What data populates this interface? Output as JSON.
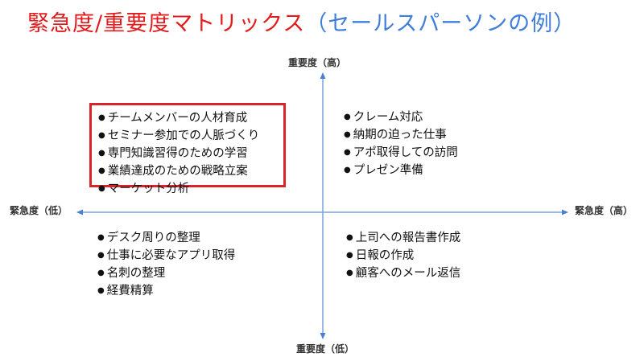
{
  "title": {
    "main": "緊急度/重要度マトリックス",
    "sub": "（セールスパーソンの例）",
    "main_color": "#e31b1b",
    "sub_color": "#3f7fd9"
  },
  "axes": {
    "top_label": "重要度（高）",
    "bottom_label": "重要度（低）",
    "left_label": "緊急度（低）",
    "right_label": "緊急度（高）",
    "axis_color": "#6a9be0"
  },
  "quadrants": {
    "top_left": {
      "highlighted": true,
      "border_color": "#d9242a",
      "items": [
        "チームメンバーの人材育成",
        "セミナー参加での人脈づくり",
        "専門知識習得のための学習",
        "業績達成のための戦略立案",
        "マーケット分析"
      ]
    },
    "top_right": {
      "items": [
        "クレーム対応",
        "納期の迫った仕事",
        "アポ取得しての訪問",
        "プレゼン準備"
      ]
    },
    "bottom_left": {
      "items": [
        "デスク周りの整理",
        "仕事に必要なアプリ取得",
        "名刺の整理",
        "経費精算"
      ]
    },
    "bottom_right": {
      "items": [
        "上司への報告書作成",
        "日報の作成",
        "顧客へのメール返信"
      ]
    }
  }
}
